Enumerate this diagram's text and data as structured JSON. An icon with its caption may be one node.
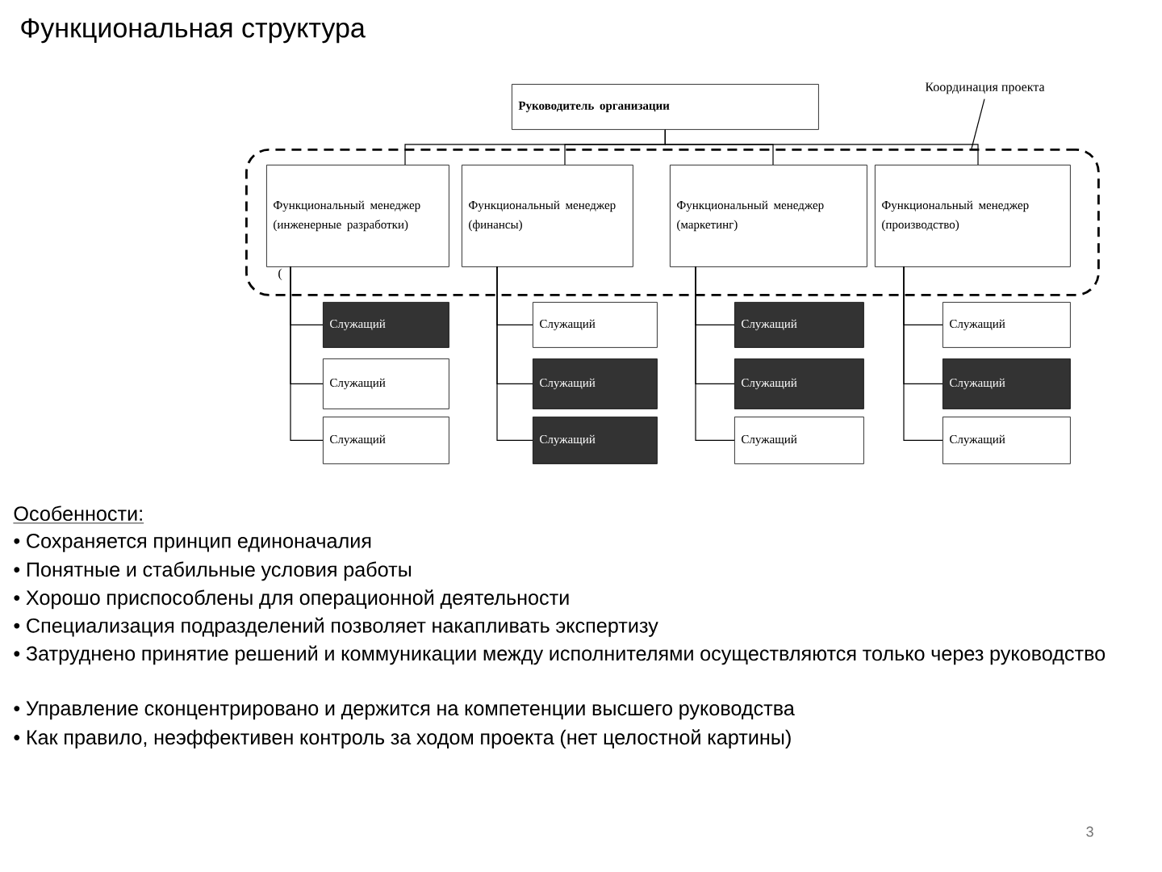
{
  "diagram": {
    "title": "Функциональная структура",
    "nodes": [
      {
        "text": [
          "Руководитель организации"
        ]
      },
      {
        "text": [
          "Координация проекта"
        ]
      },
      {
        "text": [],
        "shape": "box"
      },
      {
        "text": [
          "Функциональный менеджер (инженерные разработки)"
        ],
        "in": 2
      },
      {
        "text": [
          "Функциональный менеджер (финансы)"
        ],
        "in": 2
      },
      {
        "text": [
          "Функциональный менеджер (маркетинг)"
        ],
        "in": 2
      },
      {
        "text": [
          "Функциональный менеджер (производство)"
        ],
        "in": 2
      },
      {
        "text": [
          "Служащий"
        ]
      },
      {
        "text": [
          "Служащий"
        ]
      },
      {
        "text": [
          "Служащий"
        ]
      },
      {
        "text": [
          "Служащий"
        ]
      },
      {
        "text": [
          "Служащий"
        ]
      },
      {
        "text": [
          "Служащий"
        ]
      },
      {
        "text": [
          "Служащий"
        ]
      },
      {
        "text": [
          "Служащий"
        ]
      },
      {
        "text": [
          "Служащий"
        ]
      },
      {
        "text": [
          "Служащий"
        ]
      },
      {
        "text": [
          "Служащий"
        ]
      },
      {
        "text": [
          "Служащий"
        ]
      }
    ],
    "edges": [
      {
        "from": 0,
        "to": 3,
        "arrow": "none"
      },
      {
        "from": 0,
        "to": 4,
        "arrow": "none"
      },
      {
        "from": 0,
        "to": 5,
        "arrow": "none"
      },
      {
        "from": 0,
        "to": 6,
        "arrow": "none"
      },
      {
        "from": 1,
        "to": 2,
        "arrow": "none"
      },
      {
        "from": 3,
        "to": 7,
        "arrow": "none"
      },
      {
        "from": 3,
        "to": 11,
        "arrow": "none"
      },
      {
        "from": 3,
        "to": 15,
        "arrow": "none"
      },
      {
        "from": 4,
        "to": 8,
        "arrow": "none"
      },
      {
        "from": 4,
        "to": 12,
        "arrow": "none"
      },
      {
        "from": 4,
        "to": 16,
        "arrow": "none"
      },
      {
        "from": 5,
        "to": 9,
        "arrow": "none"
      },
      {
        "from": 5,
        "to": 13,
        "arrow": "none"
      },
      {
        "from": 5,
        "to": 17,
        "arrow": "none"
      },
      {
        "from": 6,
        "to": 10,
        "arrow": "none"
      },
      {
        "from": 6,
        "to": 14,
        "arrow": "none"
      },
      {
        "from": 6,
        "to": 18,
        "arrow": "none"
      }
    ],
    "labels": [
      "(",
      "Особенности:",
      "• Сохраняется принцип единоначалия",
      "• Понятные и стабильные условия работы",
      "• Хорошо приспособлены для операционной деятельности",
      "• Специализация подразделений позволяет накапливать экспертизу",
      "• Затруднено принятие решений и коммуникации между исполнителями осуществляются только через руководство",
      "• Управление сконцентрировано и держится на компетенции высшего руководства",
      "• Как правило, неэффективен контроль за ходом проекта (нет целостной картины)",
      "3"
    ]
  }
}
